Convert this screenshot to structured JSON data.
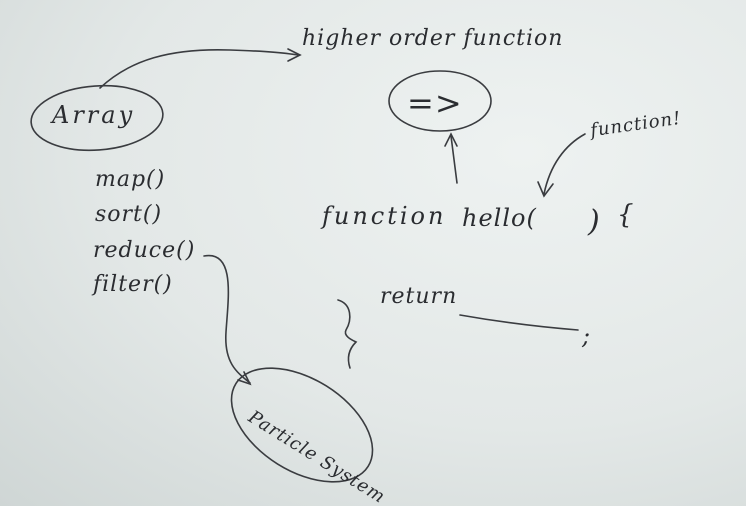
{
  "whiteboard": {
    "labels": {
      "array": "Array",
      "higher_order": "higher order function",
      "arrow_fn": "=>",
      "function_note": "function!",
      "function_kw": "function",
      "hello": "hello(",
      "close_paren": ")",
      "open_brace": "{",
      "return_kw": "return",
      "semicolon": ";",
      "particle": "Particle System"
    },
    "methods": [
      "map()",
      "sort()",
      "reduce()",
      "filter()"
    ],
    "ink_color": "#2a2c30",
    "board_color": "#e4e9e8"
  }
}
